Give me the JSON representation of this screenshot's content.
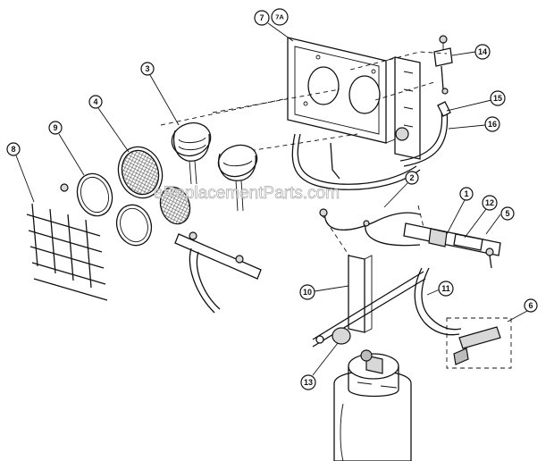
{
  "watermark": "eReplacementParts.com",
  "callouts": {
    "c1": "1",
    "c2": "2",
    "c3": "3",
    "c4": "4",
    "c5": "5",
    "c6": "6",
    "c7": "7",
    "c7a": "7A",
    "c8": "8",
    "c9": "9",
    "c10": "10",
    "c11": "11",
    "c12": "12",
    "c13": "13",
    "c14": "14",
    "c15": "15",
    "c16": "16"
  },
  "colors": {
    "line": "#111111",
    "background": "#ffffff",
    "watermark_outline": "#9a9a9a"
  }
}
